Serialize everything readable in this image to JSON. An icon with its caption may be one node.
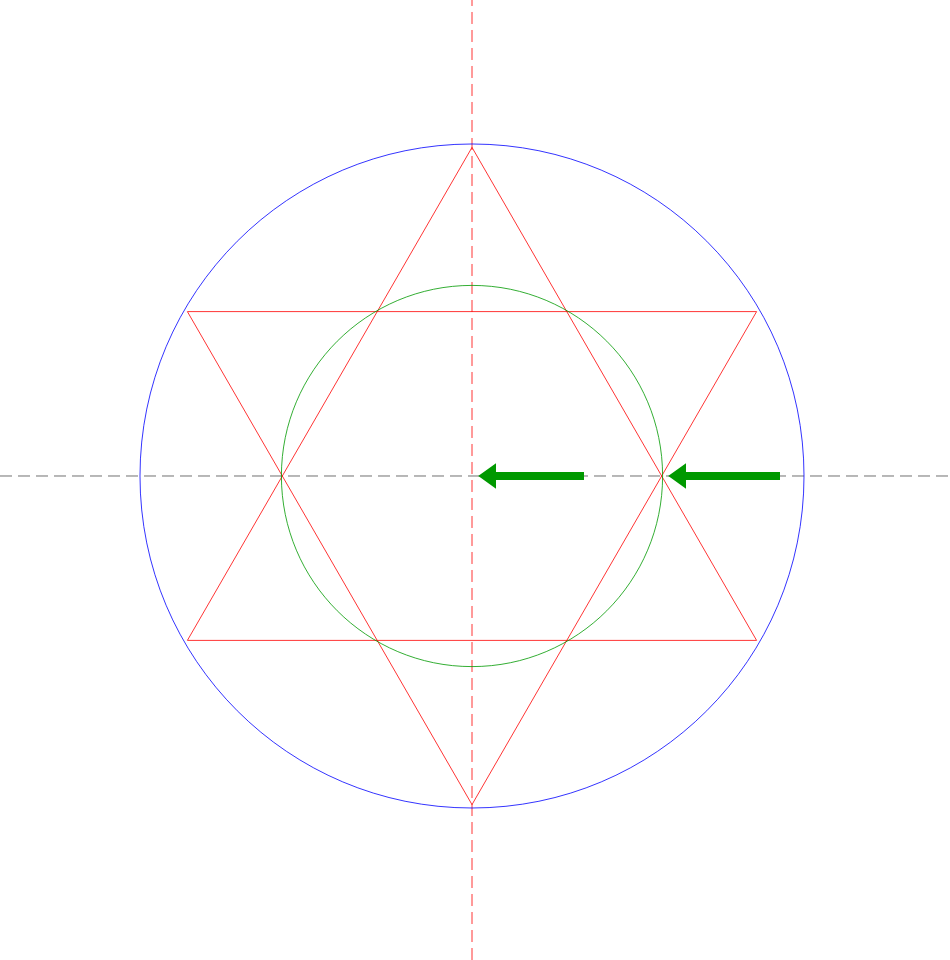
{
  "diagram": {
    "nodes": [
      {
        "text": [],
        "shape": "circle"
      },
      {
        "text": [],
        "shape": "star",
        "in": 0
      },
      {
        "text": [],
        "shape": "circle",
        "in": 1
      }
    ]
  }
}
